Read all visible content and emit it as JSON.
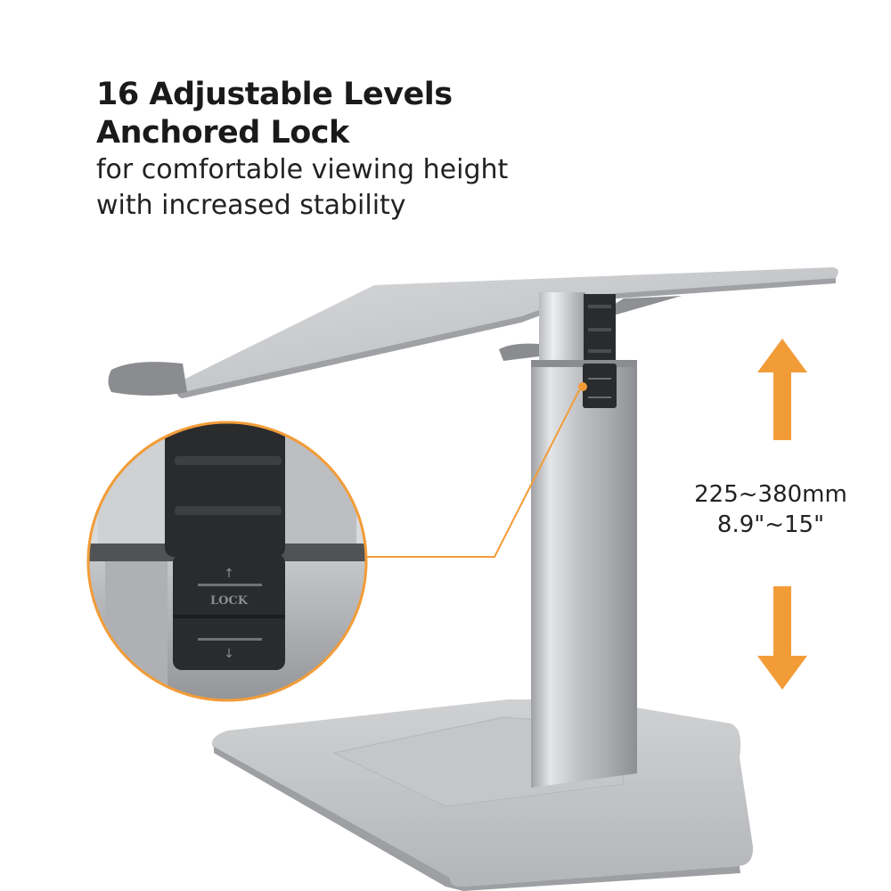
{
  "headline": {
    "line1": "16 Adjustable Levels",
    "line2": "Anchored Lock",
    "sub1": "for comfortable viewing height",
    "sub2": "with increased stability"
  },
  "range": {
    "metric": "225~380mm",
    "imperial": "8.9\"~15\""
  },
  "lock_label": "LOCK",
  "colors": {
    "accent": "#F29C38",
    "metal": "#C9CACC",
    "dark_plastic": "#2A2B2D",
    "text": "#1A1A1A"
  },
  "icons": [
    "up-arrow-icon",
    "down-arrow-icon",
    "lock-clip-icon"
  ]
}
